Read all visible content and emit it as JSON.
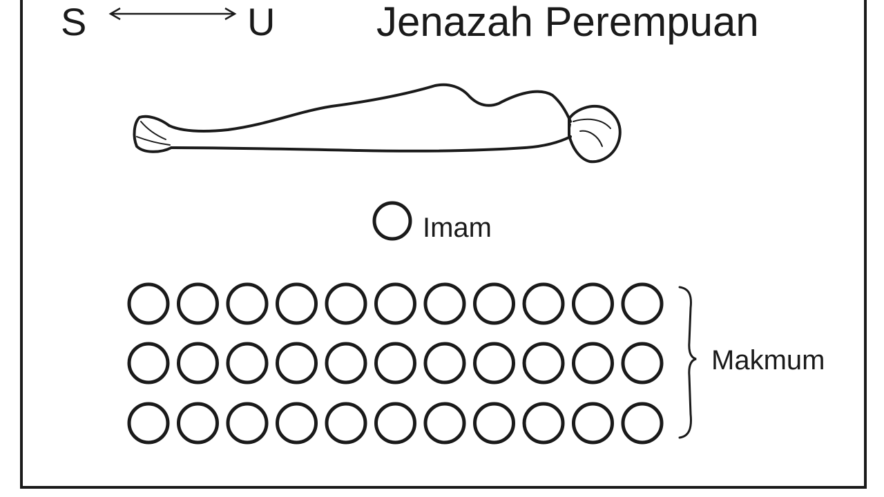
{
  "title": "Jenazah Perempuan",
  "direction": {
    "left": "S",
    "right": "U"
  },
  "imam": {
    "label": "Imam"
  },
  "makmum": {
    "label": "Makmum",
    "rows": 3,
    "per_row": 11
  },
  "colors": {
    "ink": "#1a1a1a",
    "background": "#ffffff"
  }
}
